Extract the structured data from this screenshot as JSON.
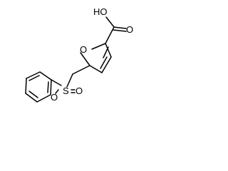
{
  "molecule": {
    "atoms": {
      "carboxyl_hydroxyl": "HO",
      "carboxyl_oxygen": "O",
      "furan_oxygen": "O",
      "sulfur": "S",
      "sulfonyl_oxygen_left": "O",
      "sulfonyl_oxygen_right": "O"
    }
  }
}
